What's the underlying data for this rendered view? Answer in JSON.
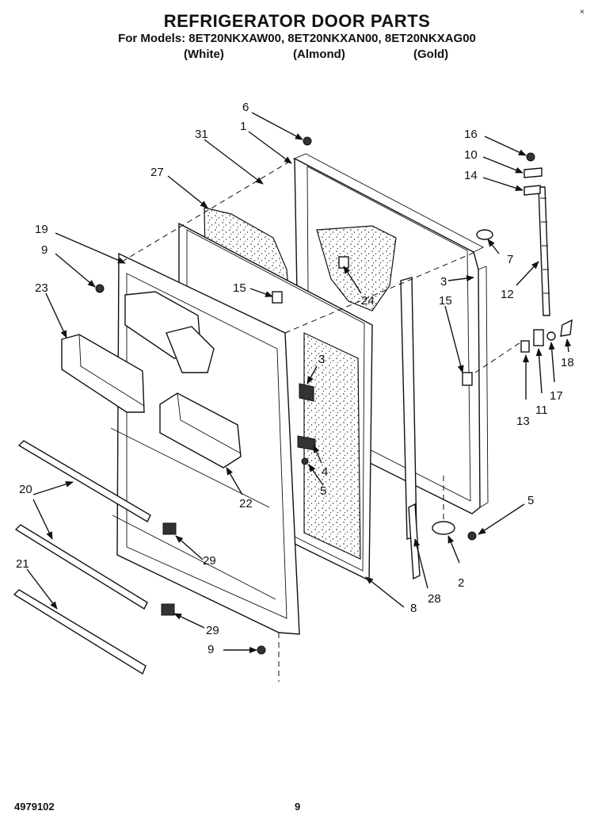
{
  "header": {
    "title": "REFRIGERATOR DOOR PARTS",
    "models": "For Models: 8ET20NKXAW00, 8ET20NKXAN00, 8ET20NKXAG00",
    "variants": [
      "(White)",
      "(Almond)",
      "(Gold)"
    ]
  },
  "callouts": {
    "c1": "1",
    "c2": "2",
    "c3a": "3",
    "c3b": "3",
    "c4": "4",
    "c5a": "5",
    "c5b": "5",
    "c6": "6",
    "c7": "7",
    "c8": "8",
    "c9a": "9",
    "c9b": "9",
    "c10": "10",
    "c11": "11",
    "c12": "12",
    "c13": "13",
    "c14": "14",
    "c15a": "15",
    "c15b": "15",
    "c16": "16",
    "c17": "17",
    "c18": "18",
    "c19": "19",
    "c20": "20",
    "c21": "21",
    "c22": "22",
    "c23": "23",
    "c24": "24",
    "c27": "27",
    "c28": "28",
    "c29a": "29",
    "c29b": "29",
    "c31": "31"
  },
  "footer": {
    "part_number": "4979102",
    "page": "9",
    "corner_mark": "×"
  }
}
